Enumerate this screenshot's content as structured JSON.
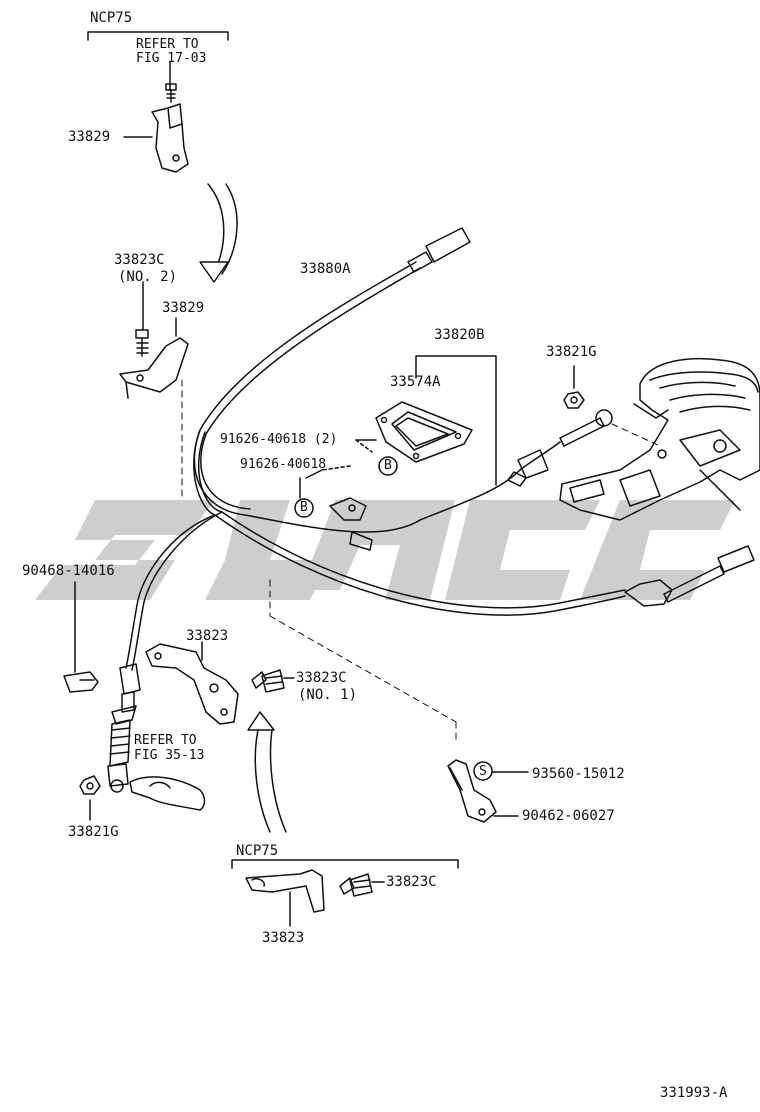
{
  "labels": {
    "ncp75_top": "NCP75",
    "refer_top_1": "REFER TO",
    "refer_top_2": "FIG 17-03",
    "p33829_a": "33829",
    "p33823c_no2": "33823C",
    "no2": "(NO. 2)",
    "p33829_b": "33829",
    "p33880a": "33880A",
    "p33820b": "33820B",
    "p33821g_top": "33821G",
    "p33574a": "33574A",
    "p91626_2": "91626-40618 (2)",
    "p91626": "91626-40618",
    "marker_b1": "B",
    "marker_b2": "B",
    "p90468": "90468-14016",
    "p33823": "33823",
    "p33823c_no1": "33823C",
    "no1": "(NO. 1)",
    "refer_mid_1": "REFER TO",
    "refer_mid_2": "FIG 35-13",
    "p33821g_bot": "33821G",
    "marker_s": "S",
    "p93560": "93560-15012",
    "p90462": "90462-06027",
    "ncp75_bot": "NCP75",
    "p33823c_bot": "33823C",
    "p33823_bot": "33823",
    "diagram_id": "331993-A"
  },
  "icons": [
    "clamp-bracket-icon",
    "bolt-icon",
    "nut-icon",
    "cable-icon",
    "shift-lever-assembly-icon",
    "watermark-logo"
  ]
}
